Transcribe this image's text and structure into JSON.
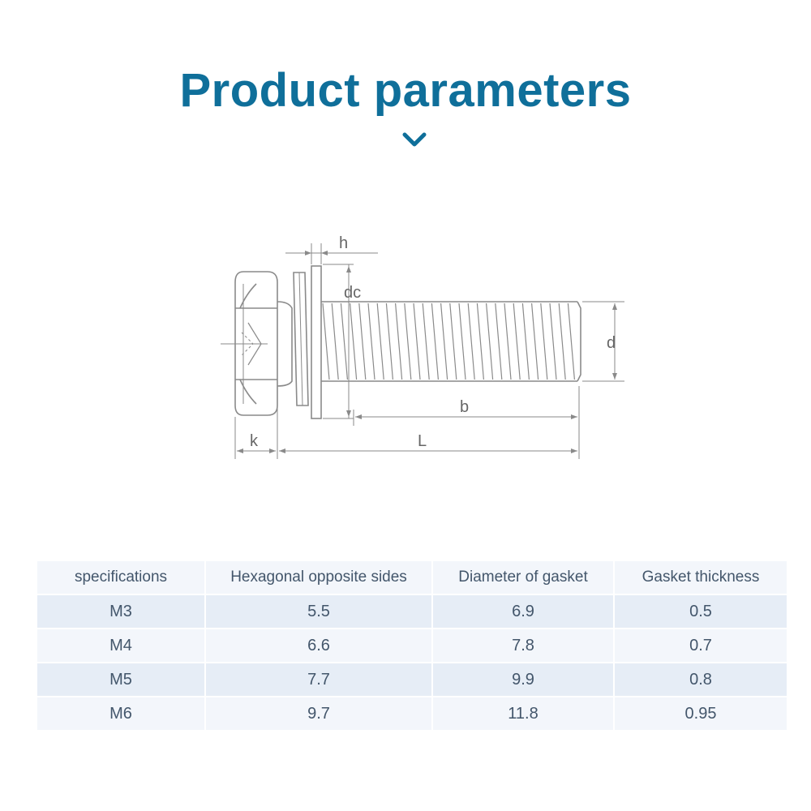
{
  "header": {
    "title": "Product parameters",
    "chevron_icon": "chevron-down-icon",
    "accent_color": "#0f6f9a"
  },
  "diagram": {
    "labels": {
      "h": "h",
      "dc": "dc",
      "d": "d",
      "b": "b",
      "k": "k",
      "L": "L"
    }
  },
  "table": {
    "headers": [
      "specifications",
      "Hexagonal opposite sides",
      "Diameter of gasket",
      "Gasket thickness"
    ],
    "rows": [
      [
        "M3",
        "5.5",
        "6.9",
        "0.5"
      ],
      [
        "M4",
        "6.6",
        "7.8",
        "0.7"
      ],
      [
        "M5",
        "7.7",
        "9.9",
        "0.8"
      ],
      [
        "M6",
        "9.7",
        "11.8",
        "0.95"
      ]
    ]
  }
}
